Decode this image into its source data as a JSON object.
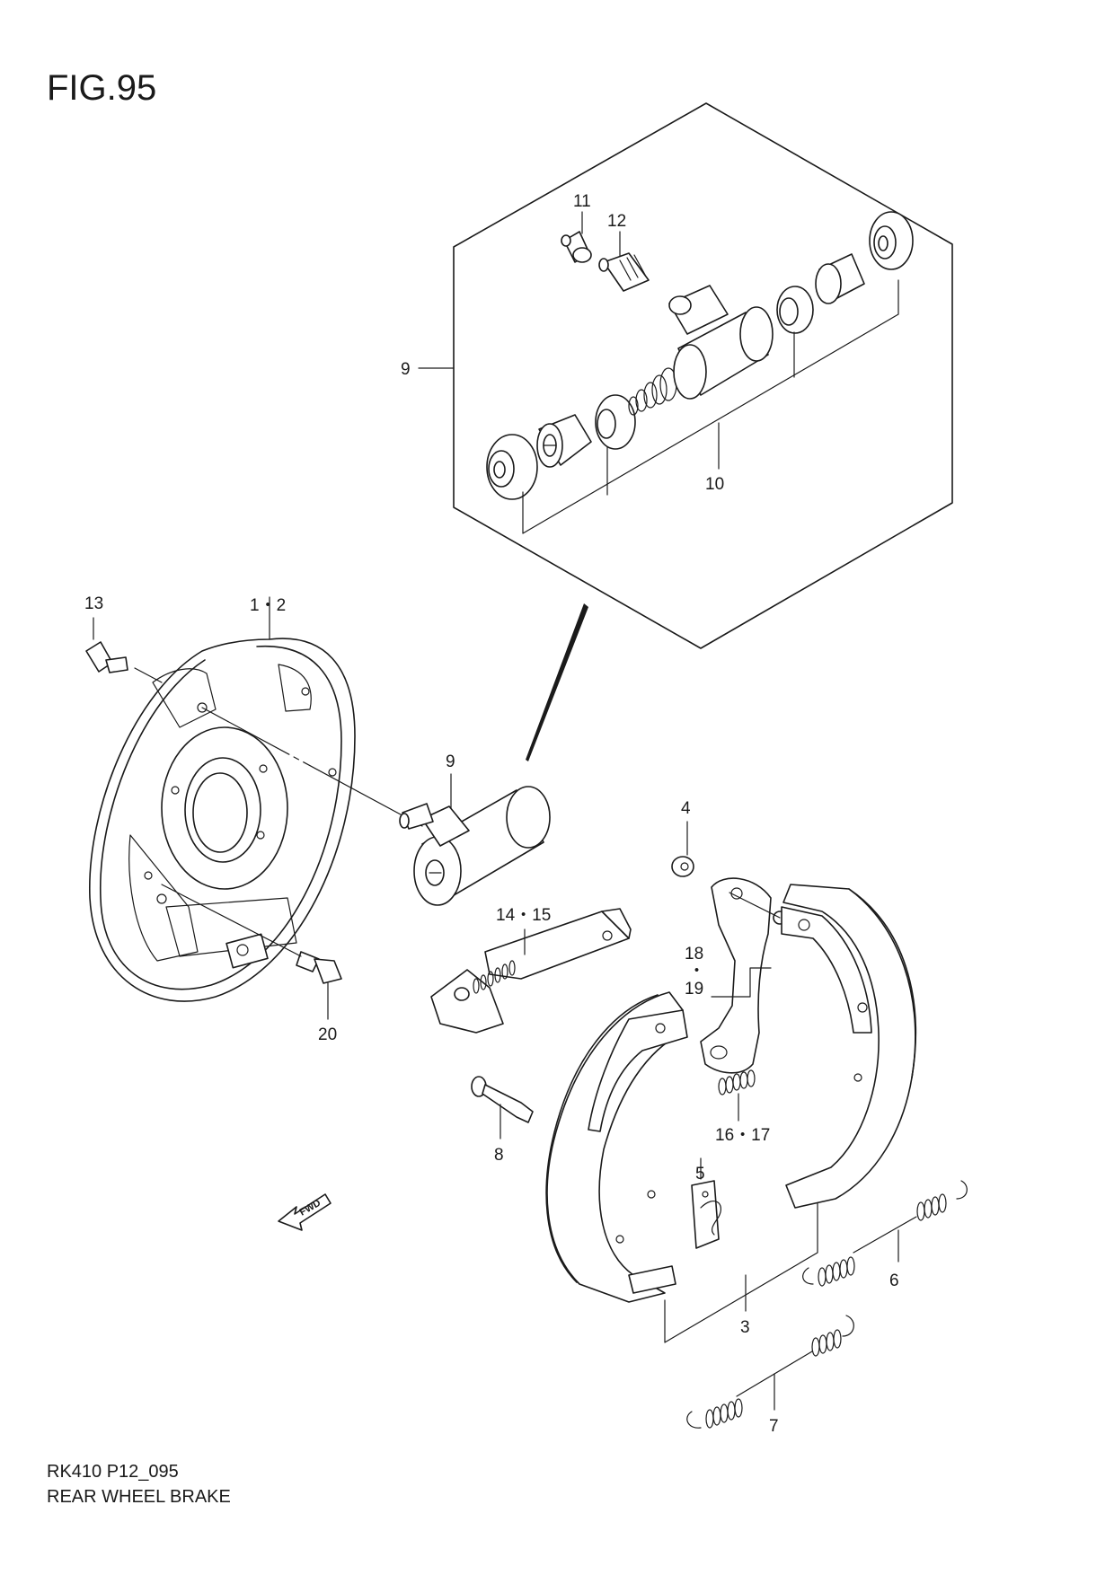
{
  "figure": {
    "title": "FIG.95",
    "code": "RK410 P12_095",
    "name": "REAR WHEEL BRAKE",
    "direction_label": "FWD"
  },
  "callouts": {
    "c1_2": "1・2",
    "c3": "3",
    "c4": "4",
    "c5": "5",
    "c6": "6",
    "c7": "7",
    "c8": "8",
    "c9_top": "9",
    "c9_cyl": "9",
    "c10": "10",
    "c11": "11",
    "c12": "12",
    "c13": "13",
    "c14_15": "14・15",
    "c16_17": "16・17",
    "c18": "18",
    "c18_dot": "・",
    "c19": "19",
    "c20": "20"
  }
}
